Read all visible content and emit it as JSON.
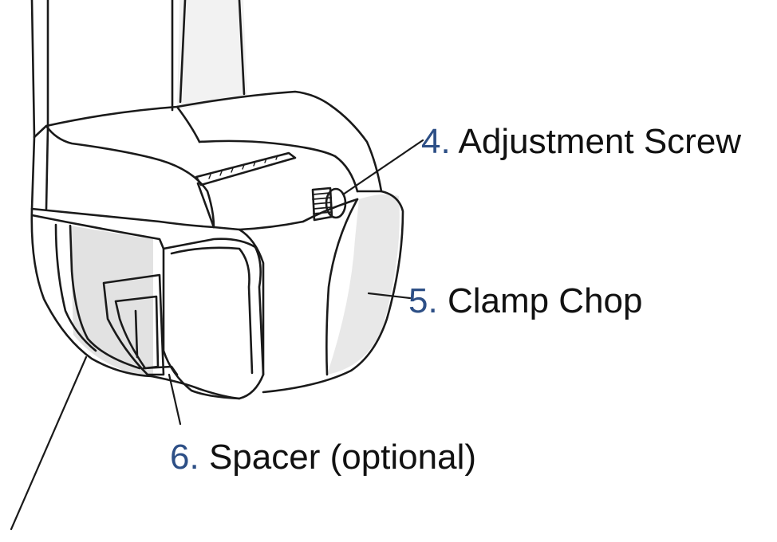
{
  "colors": {
    "number": "#2d4f86",
    "text": "#111111",
    "line": "#1a1a1a",
    "shade": "#e2e2e2"
  },
  "callouts": [
    {
      "number": "4.",
      "label": "Adjustment Screw"
    },
    {
      "number": "5.",
      "label": "Clamp Chop"
    },
    {
      "number": "6.",
      "label": "Spacer (optional)"
    }
  ]
}
